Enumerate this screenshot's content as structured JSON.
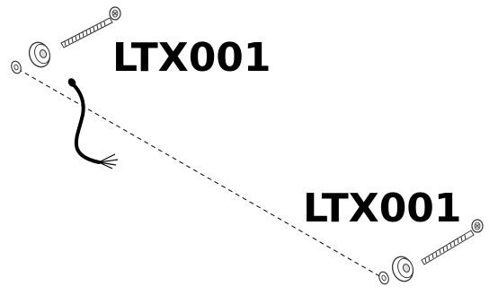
{
  "diagram": {
    "labels": {
      "top": "LTX001",
      "bottom": "LTX001"
    },
    "colors": {
      "ink": "#000000",
      "part_stroke": "#333333",
      "part_fill": "#ffffff",
      "part_shade": "#dddddd"
    },
    "parts": [
      "screw-icon",
      "washer-icon",
      "spacer-icon",
      "sensor-cable-icon",
      "wire-path-line"
    ]
  }
}
